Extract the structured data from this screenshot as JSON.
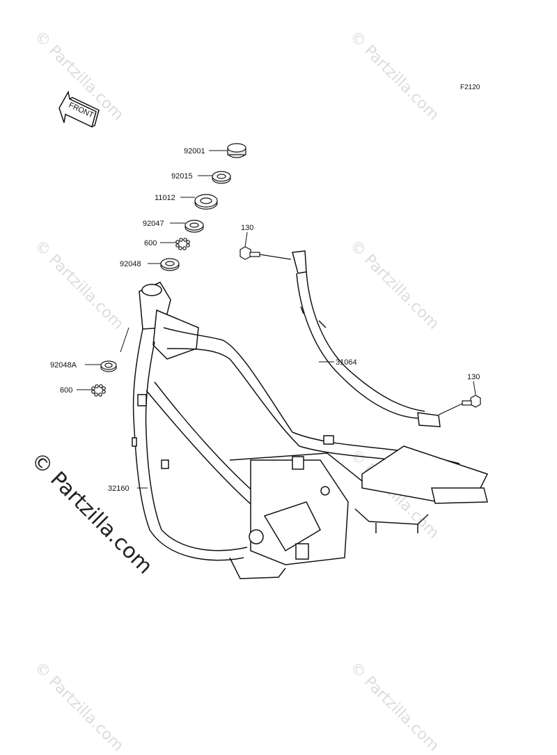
{
  "figure": {
    "ref_code": "F2120"
  },
  "front_arrow": {
    "label": "FRONT"
  },
  "watermark": {
    "small": "© Partzilla.com",
    "large": "© Partzilla.com"
  },
  "parts": {
    "p92001": "92001",
    "p92015": "92015",
    "p11012": "11012",
    "p92047": "92047",
    "p600a": "600",
    "p92048": "92048",
    "p130a": "130",
    "p31064": "31064",
    "p92048A": "92048A",
    "p600b": "600",
    "p130b": "130",
    "p32160": "32160"
  }
}
